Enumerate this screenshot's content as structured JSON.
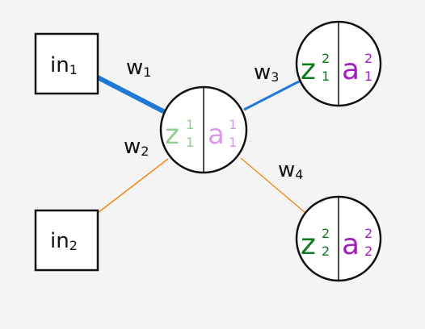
{
  "diagram": {
    "inputs": [
      {
        "base": "in",
        "sub": "1"
      },
      {
        "base": "in",
        "sub": "2"
      }
    ],
    "weights": [
      "w",
      "w",
      "w",
      "w"
    ],
    "weight_subs": [
      "1",
      "2",
      "3",
      "4"
    ],
    "hidden_neuron": {
      "z": {
        "base": "z",
        "sup": "1",
        "sub": "1"
      },
      "a": {
        "base": "a",
        "sup": "1",
        "sub": "1"
      }
    },
    "output_neurons": [
      {
        "z": {
          "base": "z",
          "sup": "2",
          "sub": "1"
        },
        "a": {
          "base": "a",
          "sup": "2",
          "sub": "1"
        }
      },
      {
        "z": {
          "base": "z",
          "sup": "2",
          "sub": "2"
        },
        "a": {
          "base": "a",
          "sup": "2",
          "sub": "2"
        }
      }
    ],
    "colors": {
      "background": "#f4f4f4",
      "highlight_edge": "#1e7ad6",
      "orange_edge": "#f08a1c",
      "hidden_z": "#8fd08f",
      "hidden_a": "#d79ae6",
      "output_z": "#0f7a1e",
      "output_a": "#a21fbf",
      "ink": "#111111"
    }
  }
}
